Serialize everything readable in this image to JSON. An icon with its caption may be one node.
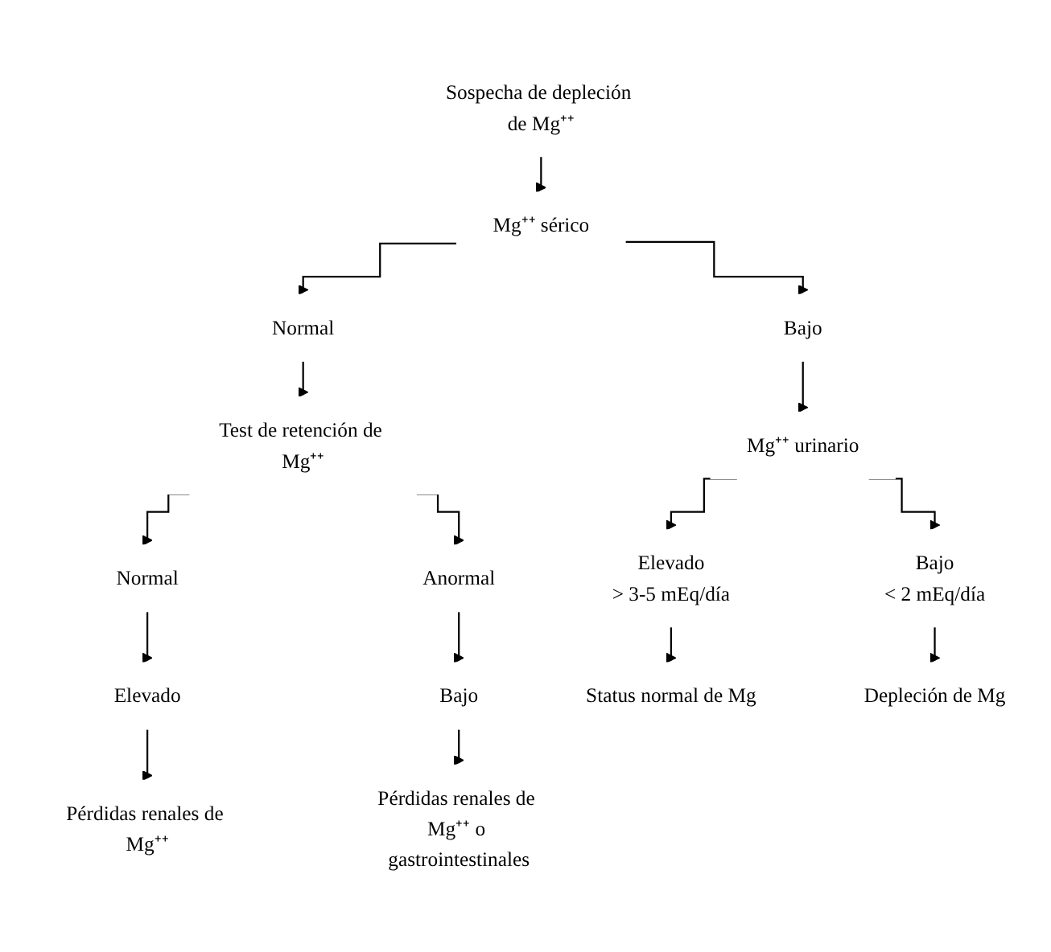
{
  "diagram": {
    "nodes": [
      {
        "text": [
          "Sospecha de depleción de Mg⁺⁺"
        ]
      },
      {
        "text": [
          "Mg⁺⁺ sérico"
        ]
      },
      {
        "text": [
          "Normal"
        ]
      },
      {
        "text": [
          "Bajo"
        ]
      },
      {
        "text": [
          "Test de retención de Mg⁺⁺"
        ]
      },
      {
        "text": [
          "Mg⁺⁺ urinario"
        ]
      },
      {
        "text": [
          "Normal"
        ]
      },
      {
        "text": [
          "Anormal"
        ]
      },
      {
        "text": [
          "Elevado",
          "> 3-5 mEq/día"
        ]
      },
      {
        "text": [
          "Bajo",
          "< 2 mEq/día"
        ]
      },
      {
        "text": [
          "Elevado"
        ]
      },
      {
        "text": [
          "Bajo"
        ]
      },
      {
        "text": [
          "Status normal de Mg"
        ]
      },
      {
        "text": [
          "Depleción de Mg"
        ]
      },
      {
        "text": [
          "Pérdidas renales de Mg⁺⁺"
        ]
      },
      {
        "text": [
          "Pérdidas renales de Mg⁺⁺ o gastrointestinales"
        ]
      }
    ],
    "edges": [
      {
        "from": 0,
        "to": 1,
        "arrow": "to"
      },
      {
        "from": 1,
        "to": 2,
        "arrow": "to"
      },
      {
        "from": 1,
        "to": 3,
        "arrow": "to"
      },
      {
        "from": 2,
        "to": 4,
        "arrow": "to"
      },
      {
        "from": 3,
        "to": 5,
        "arrow": "to"
      },
      {
        "from": 4,
        "to": 6,
        "arrow": "to"
      },
      {
        "from": 4,
        "to": 7,
        "arrow": "to"
      },
      {
        "from": 5,
        "to": 8,
        "arrow": "to"
      },
      {
        "from": 5,
        "to": 9,
        "arrow": "to"
      },
      {
        "from": 6,
        "to": 10,
        "arrow": "to"
      },
      {
        "from": 7,
        "to": 11,
        "arrow": "to"
      },
      {
        "from": 8,
        "to": 12,
        "arrow": "to"
      },
      {
        "from": 9,
        "to": 13,
        "arrow": "to"
      },
      {
        "from": 10,
        "to": 14,
        "arrow": "to"
      },
      {
        "from": 11,
        "to": 15,
        "arrow": "to"
      }
    ]
  }
}
